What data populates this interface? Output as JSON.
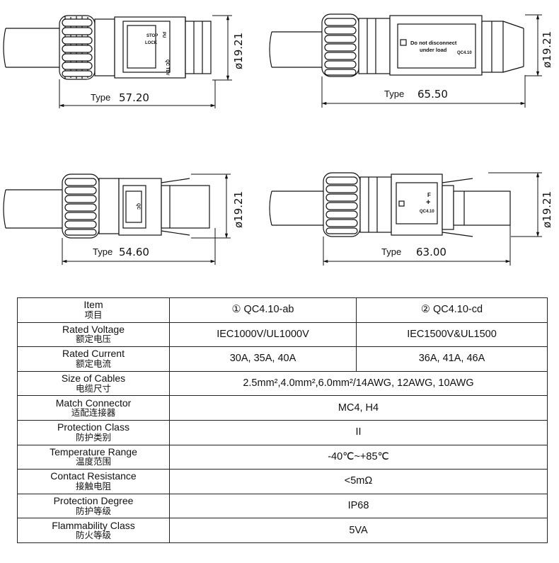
{
  "drawings": [
    {
      "id": "qc410-a",
      "type_label": "Type",
      "length": "57.20",
      "diameter": "ø19.21",
      "face_text": [
        "STOP",
        "LOCK",
        "QC TEV",
        "PU"
      ]
    },
    {
      "id": "qc410-c",
      "type_label": "Type",
      "length": "65.50",
      "diameter": "ø19.21",
      "face_text": [
        "Do not disconnect",
        "under load",
        "QC4.10"
      ]
    },
    {
      "id": "qc410-b",
      "type_label": "Type",
      "length": "54.60",
      "diameter": "ø19.21",
      "face_text": [
        "QC"
      ]
    },
    {
      "id": "qc410-d",
      "type_label": "Type",
      "length": "63.00",
      "diameter": "ø19.21",
      "face_text": [
        "F",
        "+",
        "QC4.10"
      ]
    }
  ],
  "table": {
    "header": {
      "item_en": "Item",
      "item_zh": "项目",
      "col1": "① QC4.10-ab",
      "col2": "② QC4.10-cd"
    },
    "rows": [
      {
        "en": "Rated Voltage",
        "zh": "额定电压",
        "v1": "IEC1000V/UL1000V",
        "v2": "IEC1500V&UL1500"
      },
      {
        "en": "Rated Current",
        "zh": "额定电流",
        "v1": "30A, 35A, 40A",
        "v2": "36A, 41A, 46A"
      },
      {
        "en": "Size of Cables",
        "zh": "电缆尺寸",
        "v": "2.5mm²,4.0mm²,6.0mm²/14AWG, 12AWG, 10AWG"
      },
      {
        "en": "Match Connector",
        "zh": "适配连接器",
        "v": "MC4, H4"
      },
      {
        "en": "Protection Class",
        "zh": "防护类别",
        "v": "II"
      },
      {
        "en": "Temperature Range",
        "zh": "温度范围",
        "v": "-40℃~+85℃"
      },
      {
        "en": "Contact Resistance",
        "zh": "接触电阻",
        "v": "<5mΩ"
      },
      {
        "en": "Protection Degree",
        "zh": "防护等级",
        "v": "IP68"
      },
      {
        "en": "Flammability Class",
        "zh": "防火等级",
        "v": "5VA"
      }
    ]
  }
}
